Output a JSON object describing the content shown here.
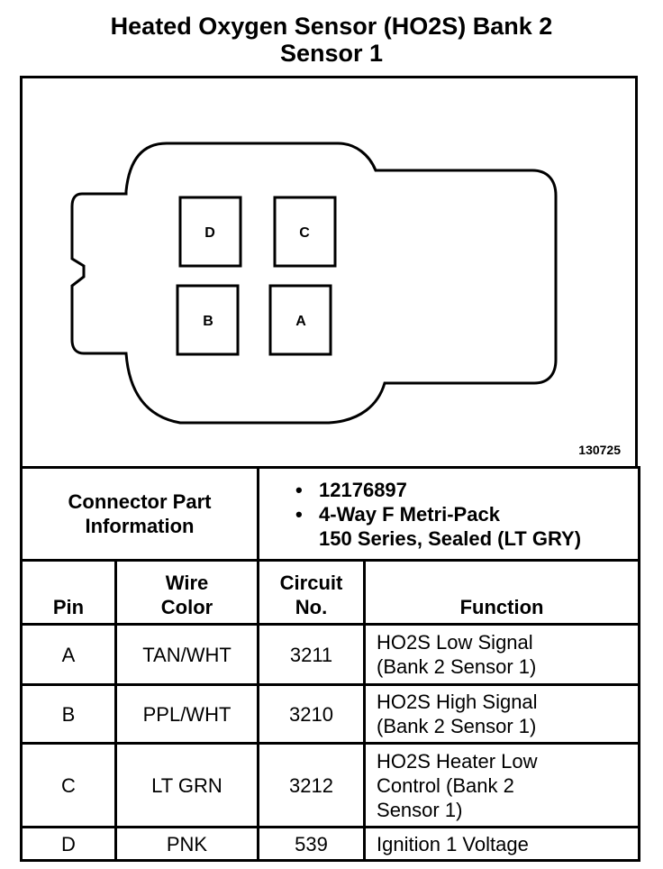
{
  "title": {
    "line1": "Heated Oxygen Sensor (HO2S) Bank 2",
    "line2": "Sensor 1"
  },
  "diagram": {
    "figure_id": "130725",
    "pins": [
      "D",
      "C",
      "B",
      "A"
    ]
  },
  "connector": {
    "label_line1": "Connector Part",
    "label_line2": "Information",
    "bullet": "•",
    "part_number": "12176897",
    "description_line1": "4-Way F Metri-Pack",
    "description_line2": "150 Series, Sealed (LT GRY)"
  },
  "table": {
    "headers": {
      "pin": "Pin",
      "wire_color_line1": "Wire",
      "wire_color_line2": "Color",
      "circuit_line1": "Circuit",
      "circuit_line2": "No.",
      "function": "Function"
    },
    "rows": [
      {
        "pin": "A",
        "wire": "TAN/WHT",
        "circuit": "3211",
        "function_lines": [
          "HO2S Low Signal",
          "(Bank 2 Sensor 1)"
        ]
      },
      {
        "pin": "B",
        "wire": "PPL/WHT",
        "circuit": "3210",
        "function_lines": [
          "HO2S High Signal",
          "(Bank 2 Sensor 1)"
        ]
      },
      {
        "pin": "C",
        "wire": "LT GRN",
        "circuit": "3212",
        "function_lines": [
          "HO2S Heater Low",
          "Control (Bank 2",
          "Sensor 1)"
        ]
      },
      {
        "pin": "D",
        "wire": "PNK",
        "circuit": "539",
        "function_lines": [
          "Ignition 1 Voltage"
        ]
      }
    ]
  }
}
